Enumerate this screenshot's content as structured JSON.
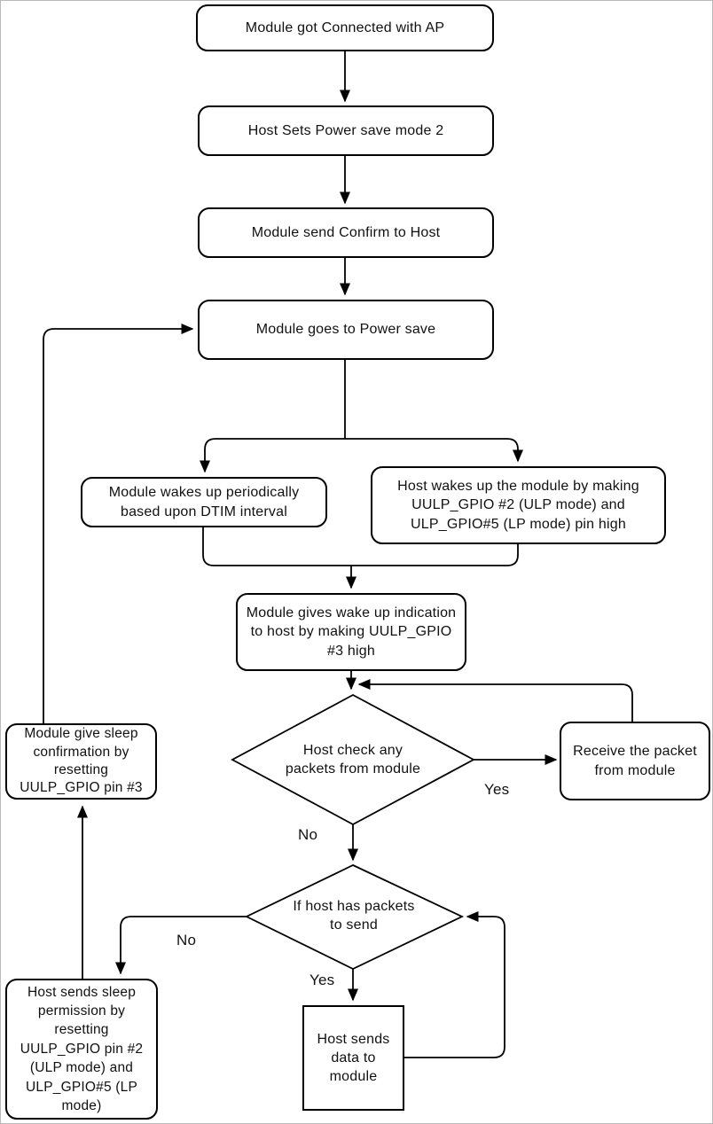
{
  "diagram": {
    "nodes": {
      "connected_ap": {
        "label": "Module got Connected with AP"
      },
      "set_power_save": {
        "label": "Host Sets Power save mode 2"
      },
      "confirm_host": {
        "label": "Module send Confirm to Host"
      },
      "goes_power_save": {
        "label": "Module goes to Power save"
      },
      "wakes_dtim": {
        "label": "Module wakes up periodically\nbased upon DTIM interval"
      },
      "host_wakes_gpio": {
        "label": "Host wakes up the module by making\nUULP_GPIO #2 (ULP mode) and\nULP_GPIO#5 (LP mode) pin high"
      },
      "wake_indication": {
        "label": "Module gives wake up indication\nto host by making UULP_GPIO\n#3 high"
      },
      "check_packets": {
        "label": "Host check any\npackets from module"
      },
      "receive_packet": {
        "label": "Receive the packet\nfrom module"
      },
      "sleep_confirmation": {
        "label": "Module give sleep\nconfirmation by\nresetting\nUULP_GPIO pin #3"
      },
      "has_packets": {
        "label": "If host has packets\nto send"
      },
      "sleep_permission": {
        "label": "Host sends sleep\npermission by\nresetting\nUULP_GPIO pin #2\n(ULP mode) and\nULP_GPIO#5 (LP\nmode)"
      },
      "sends_data": {
        "label": "Host sends\ndata to\nmodule"
      }
    },
    "edge_labels": {
      "yes_receive": "Yes",
      "no_check": "No",
      "no_packets": "No",
      "yes_send": "Yes"
    },
    "colors": {
      "stroke": "#000000",
      "node_fill": "#ffffff",
      "page_border": "#b9b9b9"
    }
  }
}
